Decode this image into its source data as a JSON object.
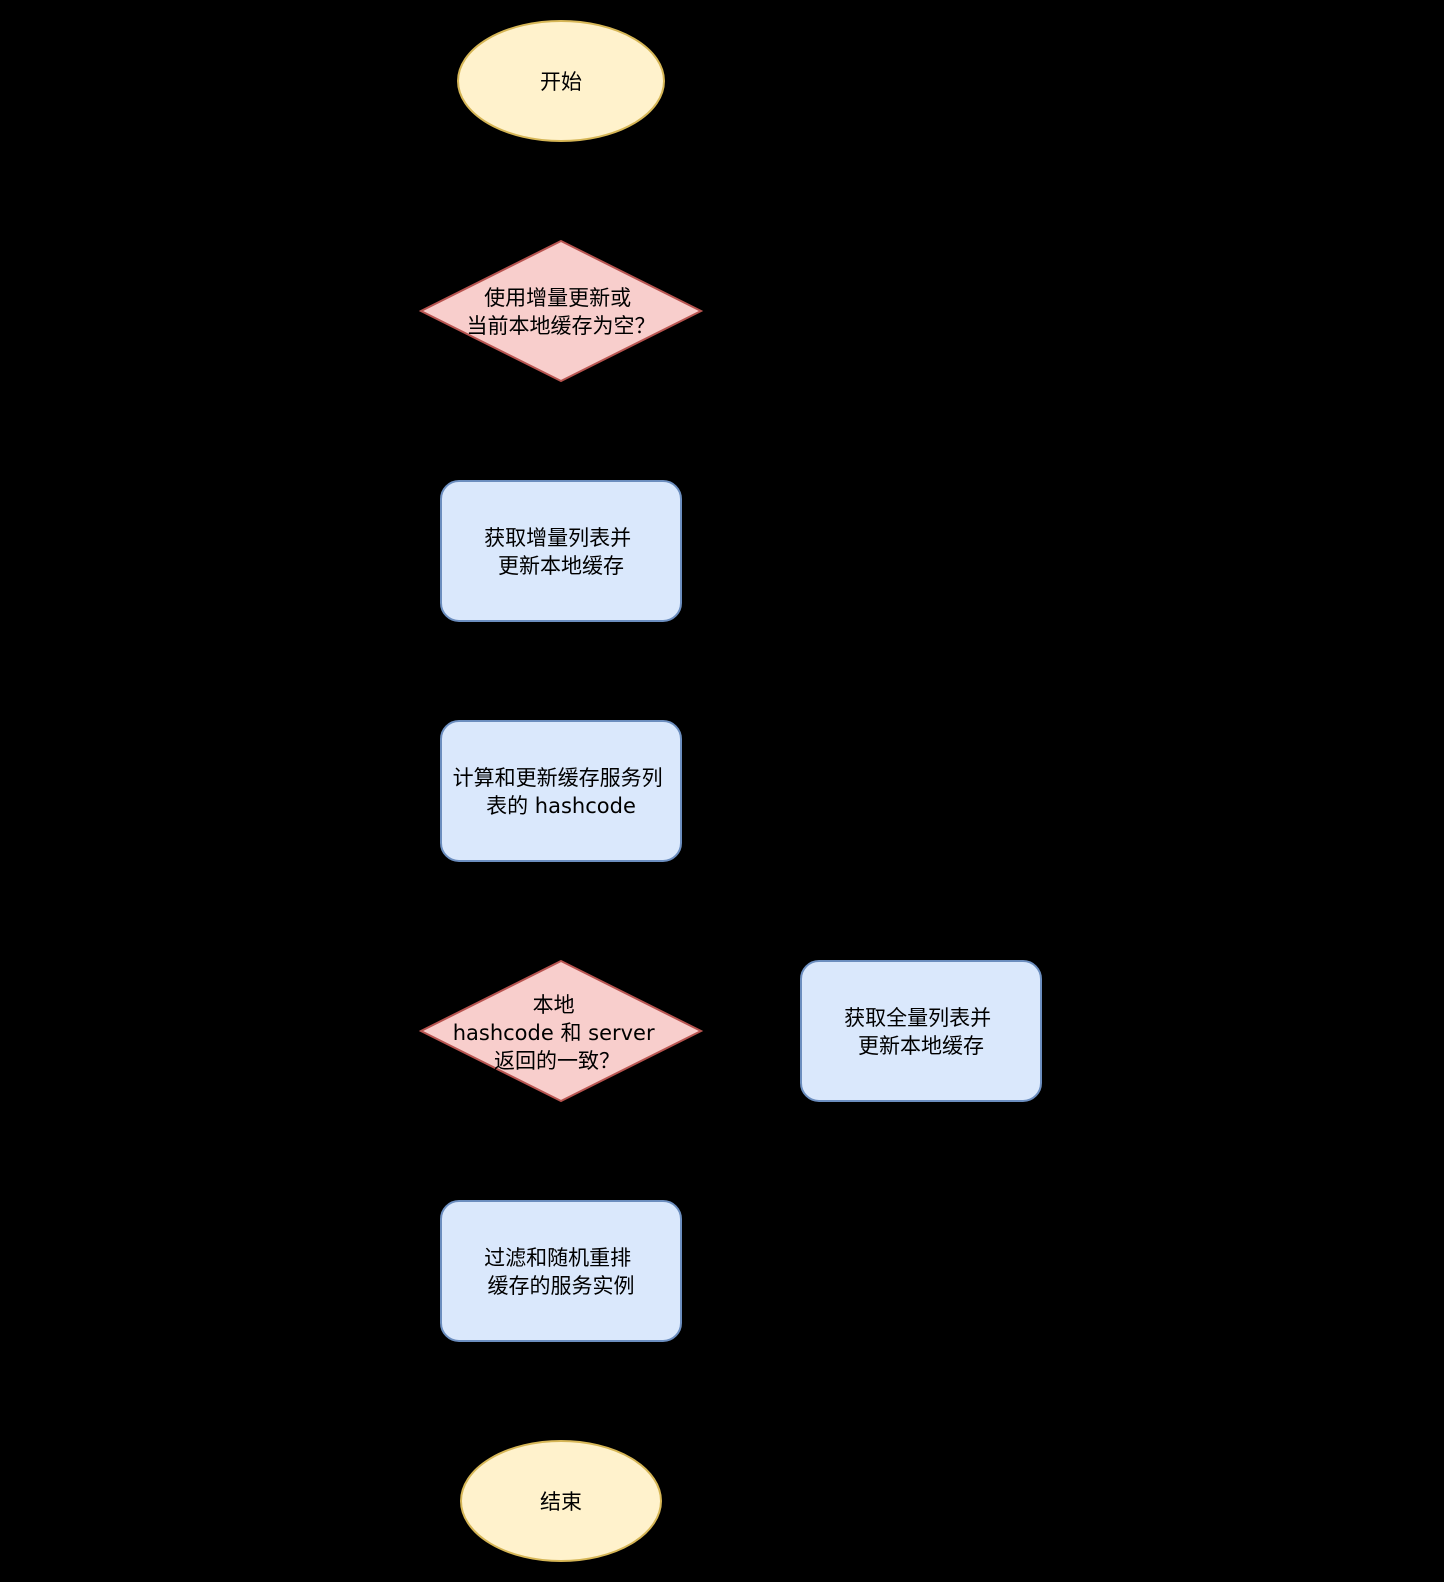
{
  "diagram": {
    "colors": {
      "background": "#000000",
      "terminal_fill": "#fff2cc",
      "terminal_stroke": "#d6b656",
      "decision_fill": "#f8cecc",
      "decision_stroke": "#b85450",
      "process_fill": "#dae8fc",
      "process_stroke": "#6c8ebf",
      "edge": "#000000"
    },
    "nodes": [
      {
        "id": "start",
        "shape": "terminal",
        "lines": [
          "开始"
        ]
      },
      {
        "id": "decision-incremental",
        "shape": "decision",
        "lines": [
          "使用增量更新或",
          "当前本地缓存为空？"
        ]
      },
      {
        "id": "fetch-incremental",
        "shape": "process",
        "lines": [
          "获取增量列表并",
          "更新本地缓存"
        ]
      },
      {
        "id": "compute-hashcode",
        "shape": "process",
        "lines": [
          "计算和更新缓存服务列",
          "表的 hashcode"
        ]
      },
      {
        "id": "decision-hashcode",
        "shape": "decision",
        "lines": [
          "本地",
          "hashcode 和 server",
          "返回的一致？"
        ]
      },
      {
        "id": "fetch-full",
        "shape": "process",
        "lines": [
          "获取全量列表并",
          "更新本地缓存"
        ]
      },
      {
        "id": "filter-shuffle",
        "shape": "process",
        "lines": [
          "过滤和随机重排",
          "缓存的服务实例"
        ]
      },
      {
        "id": "end",
        "shape": "terminal",
        "lines": [
          "结束"
        ]
      }
    ]
  }
}
